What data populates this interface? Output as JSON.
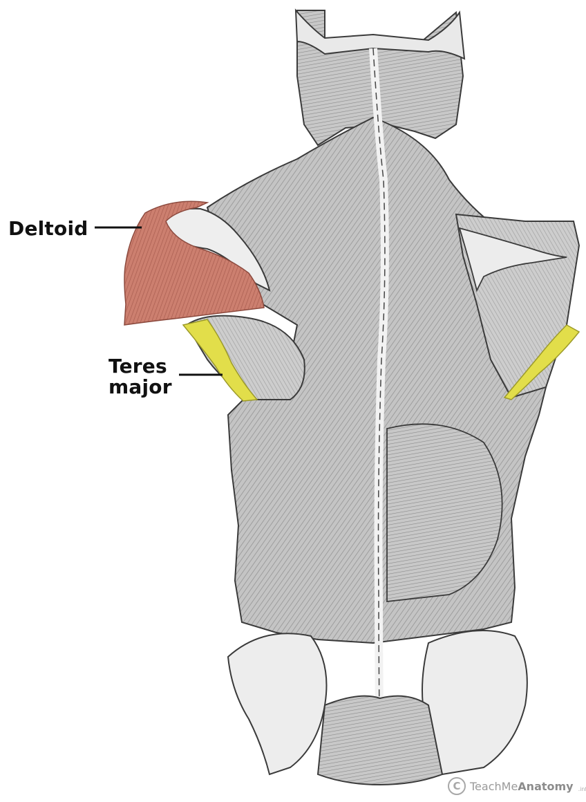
{
  "diagram": {
    "labels": {
      "deltoid": "Deltoid",
      "teres_line1": "Teres",
      "teres_line2": "major"
    },
    "highlight_colors": {
      "deltoid": "#c97a6a",
      "teres_major": "#e2de4a",
      "muscle_base": "#bfbfbf",
      "bone": "#ececec",
      "outline": "#3a3a3a"
    },
    "watermark": {
      "logo_icon": "copyright-circle-icon",
      "logo_letter": "C",
      "brand_light": "TeachMe",
      "brand_bold": "Anatomy",
      "brand_suffix": ".info"
    }
  }
}
